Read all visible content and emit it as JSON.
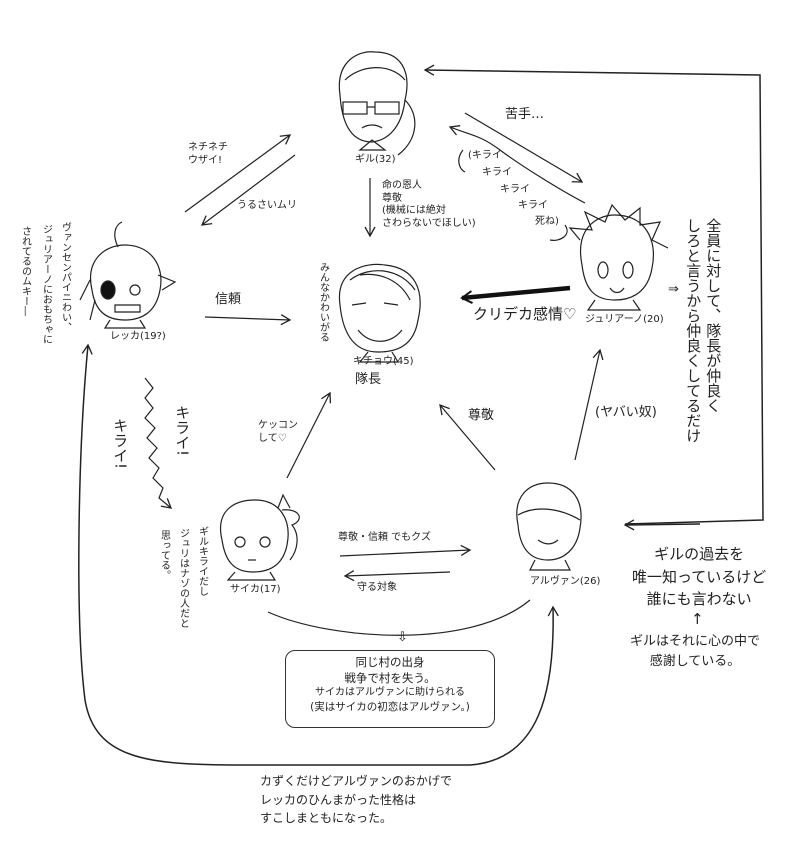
{
  "characters": {
    "gil": {
      "label": "ギル(32)"
    },
    "kichou": {
      "label": "キチョウ(45)",
      "role": "隊長",
      "note": "みんなかわいがる"
    },
    "julian": {
      "label": "ジュリアーノ(20)",
      "note_col1": "全員に対して、隊長が仲良く",
      "note_col2": "しろと言うから仲良くしてるだけ",
      "arrow": "⇒"
    },
    "rekka": {
      "label": "レッカ(19?)",
      "note_col1": "ヴァンセンパイニわい、",
      "note_col2": "ジュリアーノにおもちゃに",
      "note_col3": "されてるのムキー―"
    },
    "saika": {
      "label": "サイカ(17)",
      "note_col1": "ギルキライだし",
      "note_col2": "ジュリはナゾの人だと",
      "note_col3": "思ってる。"
    },
    "alvan": {
      "label": "アルヴァン(26)"
    }
  },
  "relations": {
    "rekka_to_gil": "ネチネチ\nウザイ!",
    "gil_to_rekka": "うるさいムリ",
    "gil_to_kichou": "命の恩人\n尊敬\n(機械には絶対\nさわらないでほしい)",
    "gil_to_julian": "苦手…",
    "julian_to_gil": [
      "(キライ",
      "キライ",
      "キライ",
      "キライ",
      "死ね)"
    ],
    "julian_to_kichou": "クリデカ感情♡",
    "rekka_to_kichou": "信頼",
    "rekka_saika_1": "キライ!",
    "rekka_saika_2": "キライ!",
    "saika_to_kichou": "ケッコン\nして♡",
    "alvan_to_kichou": "尊敬",
    "alvan_to_julian": "(ヤバい奴)",
    "saika_to_alvan": "尊敬・信頼 でもクズ",
    "alvan_to_saika": "守る対象",
    "saika_alvan_arrow": "⇩"
  },
  "shared_box": [
    "同じ村の出身",
    "戦争で村を失う。",
    "サイカはアルヴァンに助けられる",
    "(実はサイカの初恋はアルヴァン。)"
  ],
  "bottom_note": "カずくだけどアルヴァンのおかげで\nレッカのひんまがった性格は\nすこしまともになった。",
  "alvan_gil_note": "ギルの過去を\n唯一知っているけど\n誰にも言わない",
  "up_arrow": "↑",
  "gil_thanks_note": "ギルはそれに心の中で\n感謝している。"
}
